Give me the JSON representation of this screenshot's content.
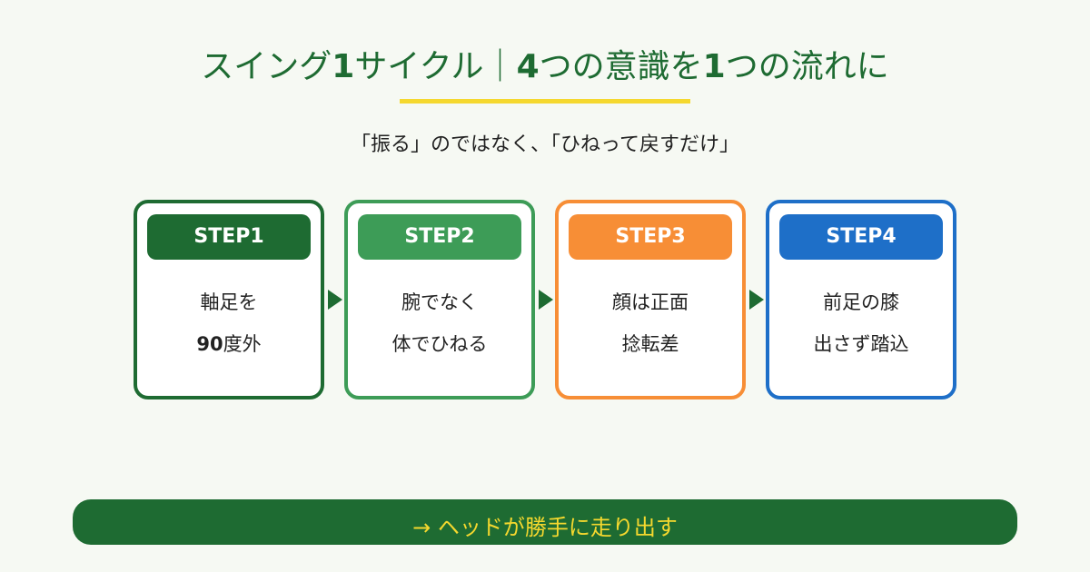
{
  "title": {
    "part1": "スイング",
    "part2": "1",
    "part3": "サイクル｜",
    "part4": "4",
    "part5": "つの意識を",
    "part6": "1",
    "part7": "つの流れに"
  },
  "subtitle": "「振る」のではなく、「ひねって戻すだけ」",
  "steps": [
    {
      "label": "STEP1",
      "line1": "軸足を",
      "line2_num": "90",
      "line2_text": "度外",
      "color": "#1e6b32",
      "label_bg": "#1e6b32"
    },
    {
      "label": "STEP2",
      "line1": "腕でなく",
      "line2_num": "",
      "line2_text": "体でひねる",
      "color": "#3d9c57",
      "label_bg": "#3d9c57"
    },
    {
      "label": "STEP3",
      "line1": "顔は正面",
      "line2_num": "",
      "line2_text": "捻転差",
      "color": "#f78e36",
      "label_bg": "#f78e36"
    },
    {
      "label": "STEP4",
      "line1": "前足の膝",
      "line2_num": "",
      "line2_text": "出さず踏込",
      "color": "#1e6fc8",
      "label_bg": "#1e6fc8"
    }
  ],
  "banner": "→ ヘッドが勝手に走り出す",
  "colors": {
    "accent_green": "#1e6b32",
    "underline_yellow": "#f5d82e",
    "banner_text": "#f5d82e"
  },
  "icons": {
    "flow_arrow": "triangle-right-icon"
  }
}
